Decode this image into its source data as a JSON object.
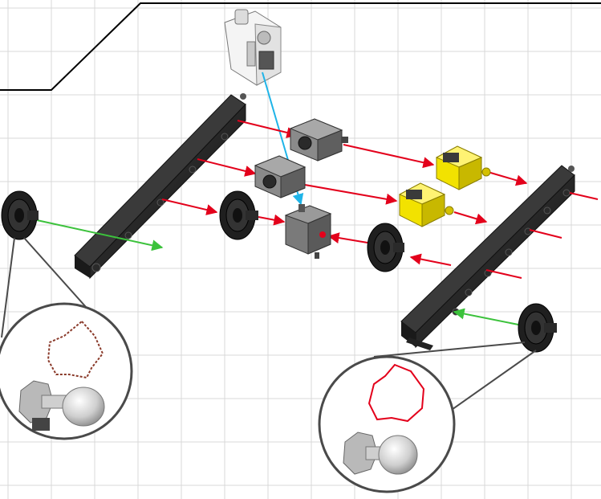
{
  "scene": {
    "colors": {
      "background": "#ffffff",
      "grid": "#d9d9d9",
      "beam_red": "#e3001b",
      "beam_green": "#3cc23c",
      "beam_blue": "#1fb4e8",
      "rail": "#262626",
      "component_gray": "#6f6f6f",
      "component_yellow": "#f2e200",
      "outline": "#000000",
      "inset_border": "#4a4a4a"
    },
    "components": [
      {
        "name": "laser-source",
        "kind": "white source module",
        "icon": "laser-box-icon"
      },
      {
        "name": "rail-left",
        "kind": "black mounting rail",
        "icon": "rail-icon"
      },
      {
        "name": "rail-right",
        "kind": "black mounting rail",
        "icon": "rail-icon"
      },
      {
        "name": "gear-left",
        "kind": "black gear pulley",
        "icon": "gear-icon"
      },
      {
        "name": "gear-center",
        "kind": "black gear pulley",
        "icon": "gear-icon"
      },
      {
        "name": "gear-middle-right",
        "kind": "black gear pulley",
        "icon": "gear-icon"
      },
      {
        "name": "gear-right",
        "kind": "black gear pulley",
        "icon": "gear-icon"
      },
      {
        "name": "gray-block-top",
        "kind": "gray cube module",
        "icon": "cube-icon"
      },
      {
        "name": "gray-block-middle",
        "kind": "gray cube module",
        "icon": "cube-icon"
      },
      {
        "name": "gray-block-lower",
        "kind": "gray cube module",
        "icon": "cube-icon"
      },
      {
        "name": "yellow-block-top",
        "kind": "yellow cube module",
        "icon": "cube-icon"
      },
      {
        "name": "yellow-block-lower",
        "kind": "yellow cube module",
        "icon": "cube-icon"
      }
    ],
    "insets": [
      {
        "name": "inset-left",
        "outline_color": "#8a3a2a",
        "shape": "star-outline",
        "detail": "knob-icon"
      },
      {
        "name": "inset-right",
        "outline_color": "#e3001b",
        "shape": "star-outline",
        "detail": "knob-icon"
      }
    ]
  }
}
